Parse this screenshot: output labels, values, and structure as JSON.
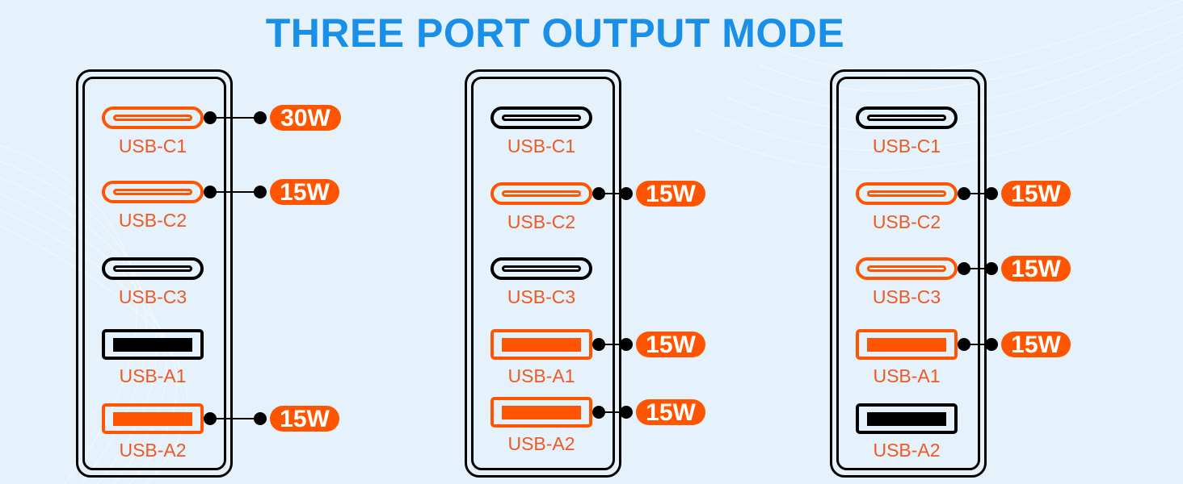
{
  "title": "THREE PORT OUTPUT MODE",
  "colors": {
    "title": "#1a8fe8",
    "active": "#ff5500",
    "inactive": "#000000",
    "label": "#ee5a24",
    "background": "#e6f2fb"
  },
  "ports": [
    {
      "key": "c1",
      "label": "USB-C1",
      "kind": "usb-c"
    },
    {
      "key": "c2",
      "label": "USB-C2",
      "kind": "usb-c"
    },
    {
      "key": "c3",
      "label": "USB-C3",
      "kind": "usb-c"
    },
    {
      "key": "a1",
      "label": "USB-A1",
      "kind": "usb-a"
    },
    {
      "key": "a2",
      "label": "USB-A2",
      "kind": "usb-a"
    }
  ],
  "modes": [
    {
      "outputs": {
        "c1": "30W",
        "c2": "15W",
        "a2": "15W"
      }
    },
    {
      "outputs": {
        "c2": "15W",
        "a1": "15W",
        "a2": "15W"
      }
    },
    {
      "outputs": {
        "c2": "15W",
        "c3": "15W",
        "a1": "15W"
      }
    }
  ]
}
